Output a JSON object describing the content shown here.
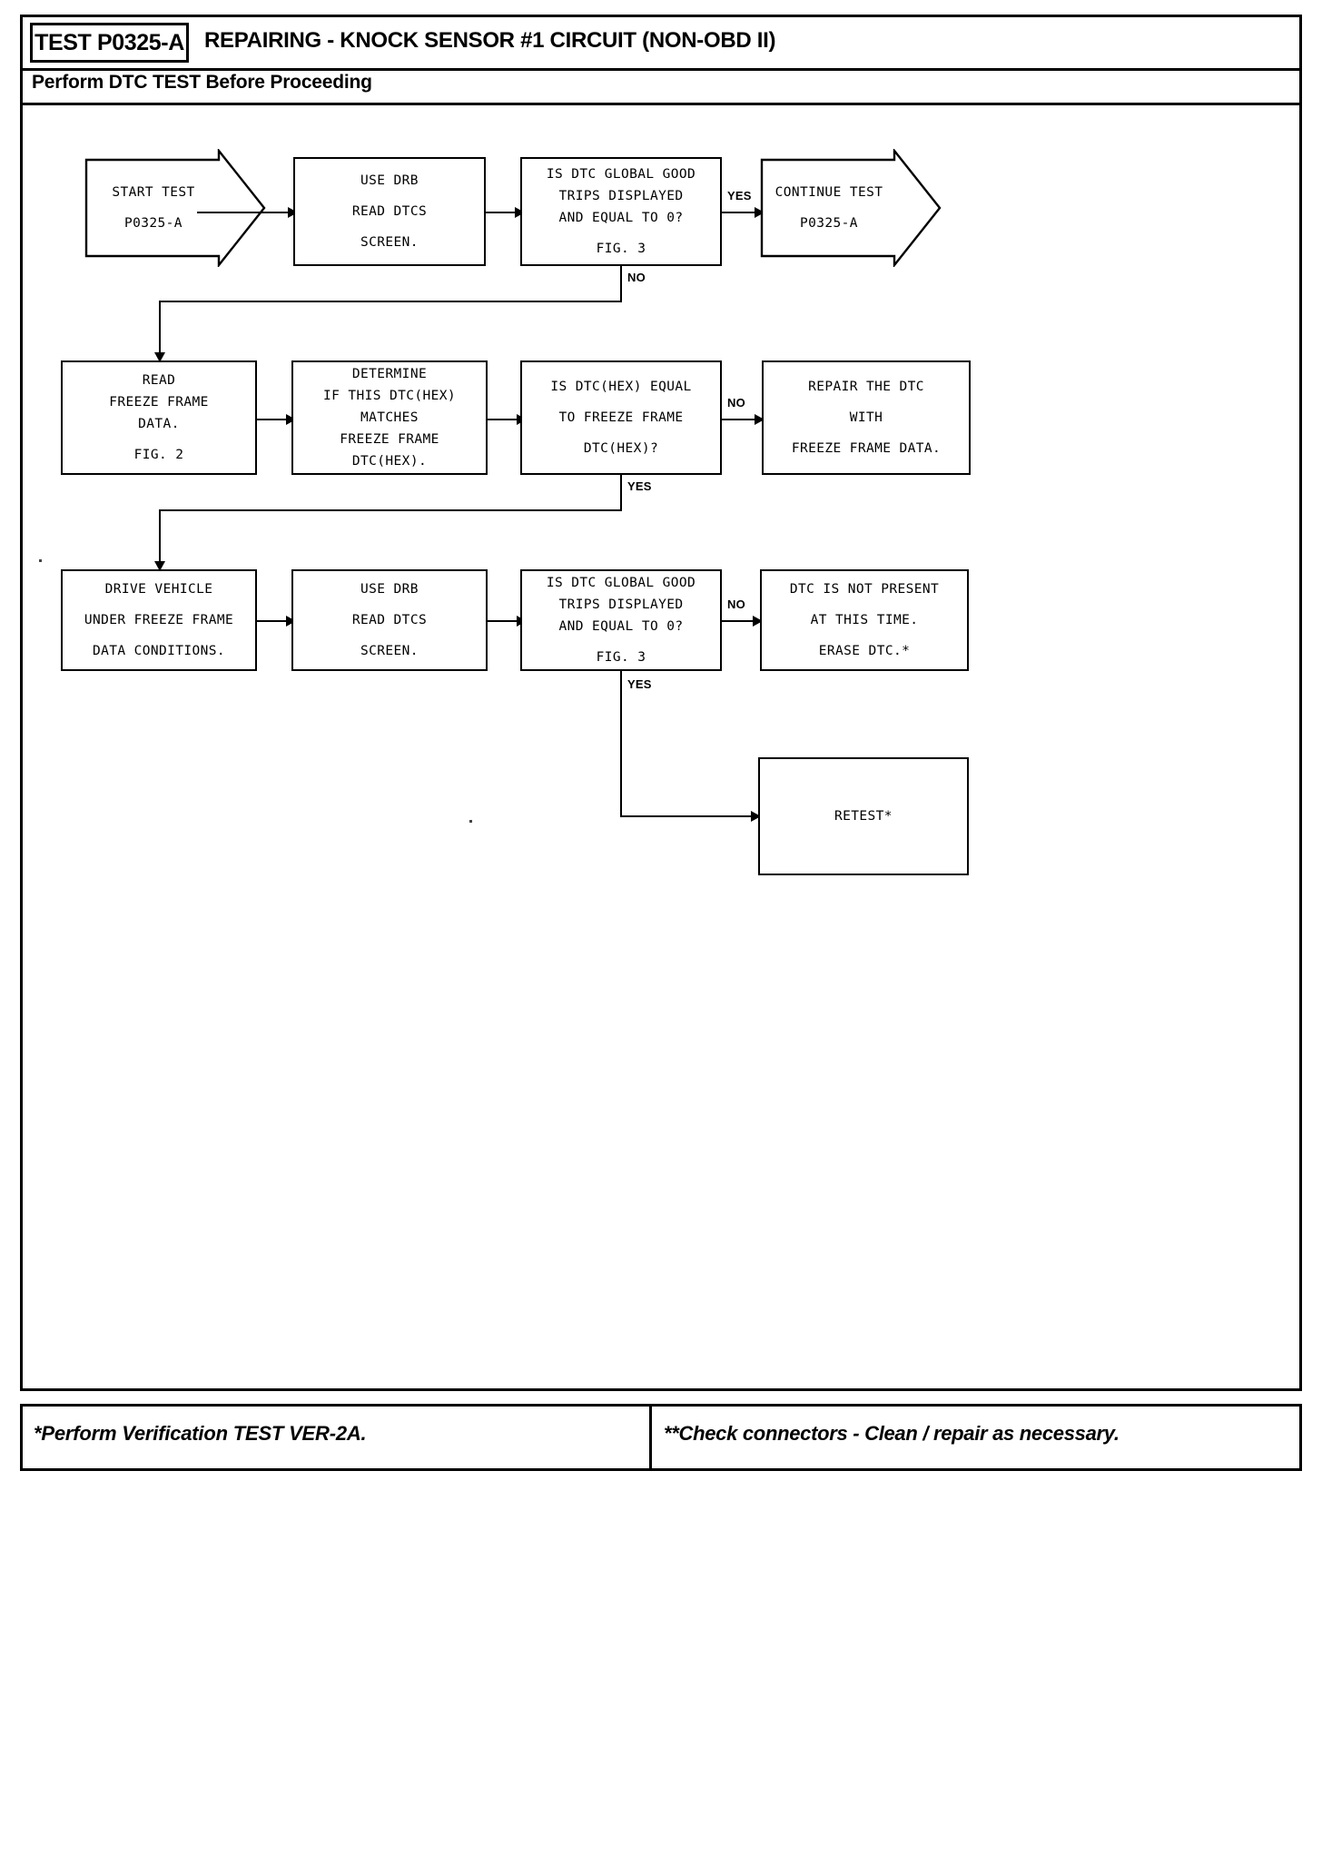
{
  "header": {
    "test_code": "TEST P0325-A",
    "title": "REPAIRING - KNOCK SENSOR #1 CIRCUIT (NON-OBD II)",
    "subtitle": "Perform DTC TEST Before Proceeding"
  },
  "footer": {
    "left_note": "*Perform Verification TEST VER-2A.",
    "right_note": "**Check connectors - Clean / repair as necessary."
  },
  "flow": {
    "start": {
      "l1": "START TEST",
      "l2": "P0325-A"
    },
    "use_drb_1": {
      "l1": "USE DRB",
      "l2": "READ DTCS",
      "l3": "SCREEN."
    },
    "decision_1": {
      "l1": "IS DTC GLOBAL GOOD",
      "l2": "TRIPS DISPLAYED",
      "l3": "AND EQUAL TO 0?",
      "l4": "FIG. 3"
    },
    "continue": {
      "l1": "CONTINUE TEST",
      "l2": "P0325-A"
    },
    "read_freeze": {
      "l1": "READ",
      "l2": "FREEZE FRAME",
      "l3": "DATA.",
      "l4": "FIG. 2"
    },
    "determine": {
      "l1": "DETERMINE",
      "l2": "IF THIS DTC(HEX)",
      "l3": "MATCHES",
      "l4": "FREEZE FRAME",
      "l5": "DTC(HEX)."
    },
    "decision_2": {
      "l1": "IS DTC(HEX) EQUAL",
      "l2": "TO FREEZE FRAME",
      "l3": "DTC(HEX)?"
    },
    "repair": {
      "l1": "REPAIR THE DTC",
      "l2": "WITH",
      "l3": "FREEZE FRAME DATA."
    },
    "drive": {
      "l1": "DRIVE VEHICLE",
      "l2": "UNDER FREEZE FRAME",
      "l3": "DATA CONDITIONS."
    },
    "use_drb_2": {
      "l1": "USE DRB",
      "l2": "READ DTCS",
      "l3": "SCREEN."
    },
    "decision_3": {
      "l1": "IS DTC GLOBAL GOOD",
      "l2": "TRIPS DISPLAYED",
      "l3": "AND EQUAL TO 0?",
      "l4": "FIG. 3"
    },
    "not_present": {
      "l1": "DTC IS NOT PRESENT",
      "l2": "AT THIS TIME.",
      "l3": "ERASE DTC.*"
    },
    "retest": {
      "l1": "RETEST*"
    }
  },
  "edges": {
    "yes_1": "YES",
    "no_1": "NO",
    "no_2": "NO",
    "yes_2": "YES",
    "no_3": "NO",
    "yes_3": "YES"
  }
}
